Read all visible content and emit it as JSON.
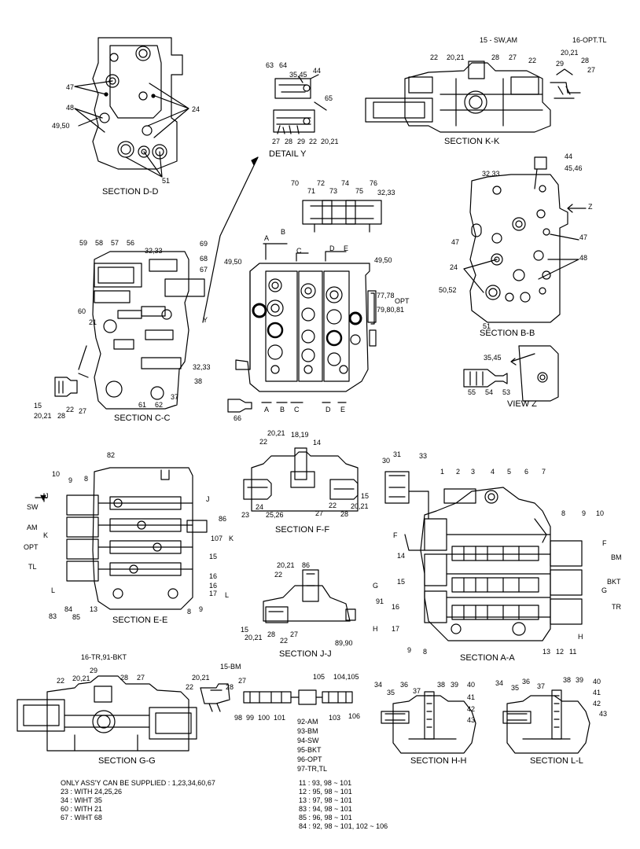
{
  "colors": {
    "ink": "#000000",
    "paper": "#ffffff"
  },
  "captions": {
    "section_dd": "SECTION D-D",
    "detail_y": "DETAIL  Y",
    "section_kk": "SECTION K-K",
    "section_bb": "SECTION B-B",
    "section_cc": "SECTION C-C",
    "view_z": "VIEW  Z",
    "section_ff": "SECTION F-F",
    "section_ee": "SECTION E-E",
    "section_aa": "SECTION A-A",
    "section_jj": "SECTION J-J",
    "section_gg": "SECTION G-G",
    "section_hh": "SECTION H-H",
    "section_ll": "SECTION L-L"
  },
  "notes": {
    "left": [
      "ONLY ASS'Y CAN BE SUPPLIED : 1,23,34,60,67",
      "23 : WITH 24,25,26",
      "34 : WIHT 35",
      "60 : WITH 21",
      "67 : WIHT 68"
    ],
    "right": [
      "11 : 93, 98 ~ 101",
      "12 : 95, 98 ~ 101",
      "13 : 97, 98 ~ 101",
      "83 : 94, 98 ~ 101",
      "85 : 96, 98 ~ 101",
      "84 : 92, 98 ~ 101, 102 ~ 106"
    ],
    "kit": [
      "92-AM",
      "93-BM",
      "94-SW",
      "95-BKT",
      "96-OPT",
      "97-TR,TL"
    ]
  },
  "callouts": {
    "dd": [
      "47",
      "48",
      "49,50",
      "24",
      "51"
    ],
    "y": [
      "63",
      "64",
      "35,45",
      "44",
      "65",
      "27",
      "28",
      "29",
      "22",
      "20,21"
    ],
    "kk": [
      "15 - SW,AM",
      "16-OPT.TL",
      "22",
      "20,21",
      "28",
      "27",
      "20,21",
      "22",
      "29",
      "28",
      "27"
    ],
    "bb": [
      "44",
      "45,46",
      "32,33",
      "Z",
      "47",
      "47",
      "48",
      "24",
      "50,52",
      "51"
    ],
    "main": [
      "70",
      "71",
      "72",
      "73",
      "74",
      "75",
      "76",
      "32,33",
      "A",
      "B",
      "C",
      "D",
      "E",
      "49,50",
      "49,50",
      "77,78",
      "OPT",
      "79,80,81",
      "66",
      "A",
      "B",
      "C",
      "D",
      "E"
    ],
    "cc": [
      "59",
      "58",
      "57",
      "56",
      "32,33",
      "69",
      "68",
      "67",
      "60",
      "21",
      "Y",
      "32,33",
      "38",
      "37",
      "61",
      "62",
      "15",
      "20,21",
      "28",
      "22",
      "27"
    ],
    "z": [
      "35,45",
      "55",
      "54",
      "53"
    ],
    "ff": [
      "20,21",
      "18,19",
      "22",
      "14",
      "24",
      "25,26",
      "23",
      "27",
      "22",
      "28",
      "15",
      "20,21"
    ],
    "ee": [
      "82",
      "10",
      "9",
      "8",
      "J",
      "J",
      "SW",
      "AM",
      "K",
      "OPT",
      "TL",
      "86",
      "107",
      "K",
      "15",
      "16",
      "16",
      "L",
      "L",
      "83",
      "84",
      "85",
      "13",
      "8",
      "9",
      "17"
    ],
    "aa": [
      "30",
      "31",
      "33",
      "1",
      "2",
      "3",
      "4",
      "5",
      "6",
      "7",
      "F",
      "8",
      "9",
      "10",
      "F",
      "BM",
      "14",
      "15",
      "G",
      "BKT",
      "G",
      "91",
      "16",
      "TR",
      "H",
      "17",
      "H",
      "9",
      "8",
      "13",
      "12",
      "11"
    ],
    "jj": [
      "20,21",
      "86",
      "22",
      "15",
      "20,21",
      "28",
      "22",
      "27",
      "89,90"
    ],
    "gg": [
      "16-TR,91-BKT",
      "29",
      "22",
      "20,21",
      "28",
      "27",
      "15-BM",
      "20,21",
      "22",
      "28",
      "27"
    ],
    "kitlabels": [
      "105",
      "104,105",
      "98",
      "99",
      "100",
      "101",
      "103",
      "106"
    ],
    "hh": [
      "34",
      "35",
      "36",
      "37",
      "38",
      "39",
      "40",
      "41",
      "42",
      "43"
    ],
    "ll": [
      "34",
      "35",
      "36",
      "37",
      "38",
      "39",
      "40",
      "41",
      "42",
      "43"
    ]
  }
}
